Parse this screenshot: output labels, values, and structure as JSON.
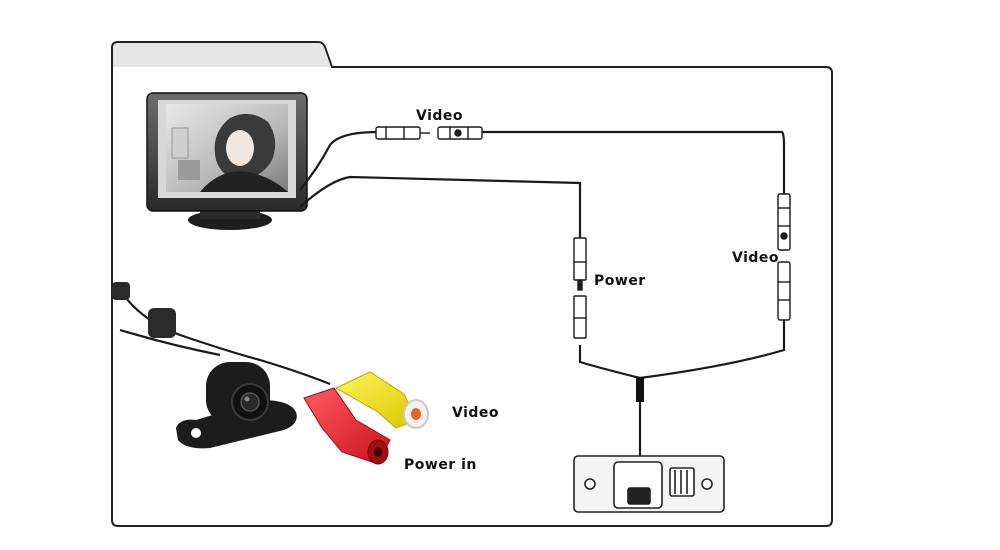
{
  "labels": {
    "monitor_video": "Video",
    "power": "Power",
    "right_video": "Video",
    "camera_video": "Video",
    "camera_power": "Power in"
  },
  "colors": {
    "frame_stroke": "#222222",
    "frame_tab_fill": "#e6e6e6",
    "wire": "#1a1a1a",
    "video_plug": "#f2e600",
    "power_plug": "#e8232f",
    "camera_body": "#1c1c1c"
  },
  "icons": [
    "monitor-icon",
    "camera-icon",
    "license-plate-light-icon"
  ]
}
